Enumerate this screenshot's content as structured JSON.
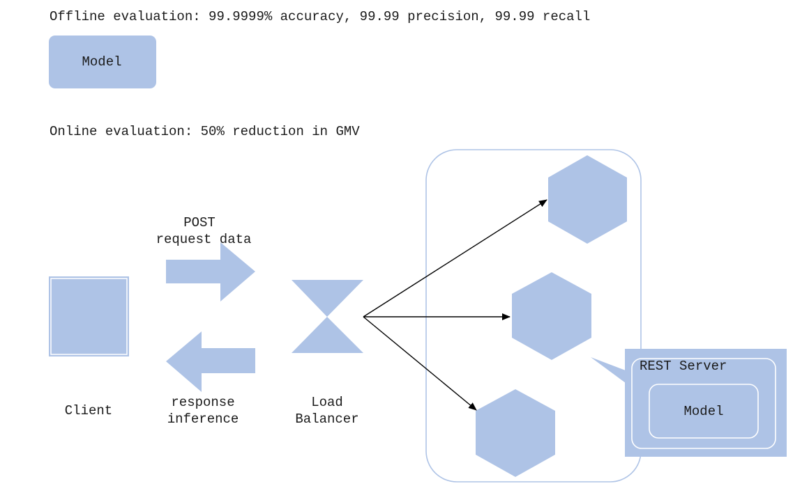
{
  "offline": {
    "caption": "Offline evaluation: 99.9999% accuracy, 99.99 precision, 99.99 recall",
    "model_label": "Model"
  },
  "online": {
    "caption": "Online evaluation: 50% reduction in GMV"
  },
  "client": {
    "label": "Client"
  },
  "request": {
    "line1": "POST",
    "line2": "request data"
  },
  "response": {
    "line1": "response",
    "line2": "inference"
  },
  "load_balancer": {
    "line1": "Load",
    "line2": "Balancer"
  },
  "rest_server": {
    "title": "REST Server",
    "model_label": "Model"
  },
  "colors": {
    "fill": "#aec3e6",
    "outline": "#aec3e6",
    "arrow": "#000000"
  }
}
